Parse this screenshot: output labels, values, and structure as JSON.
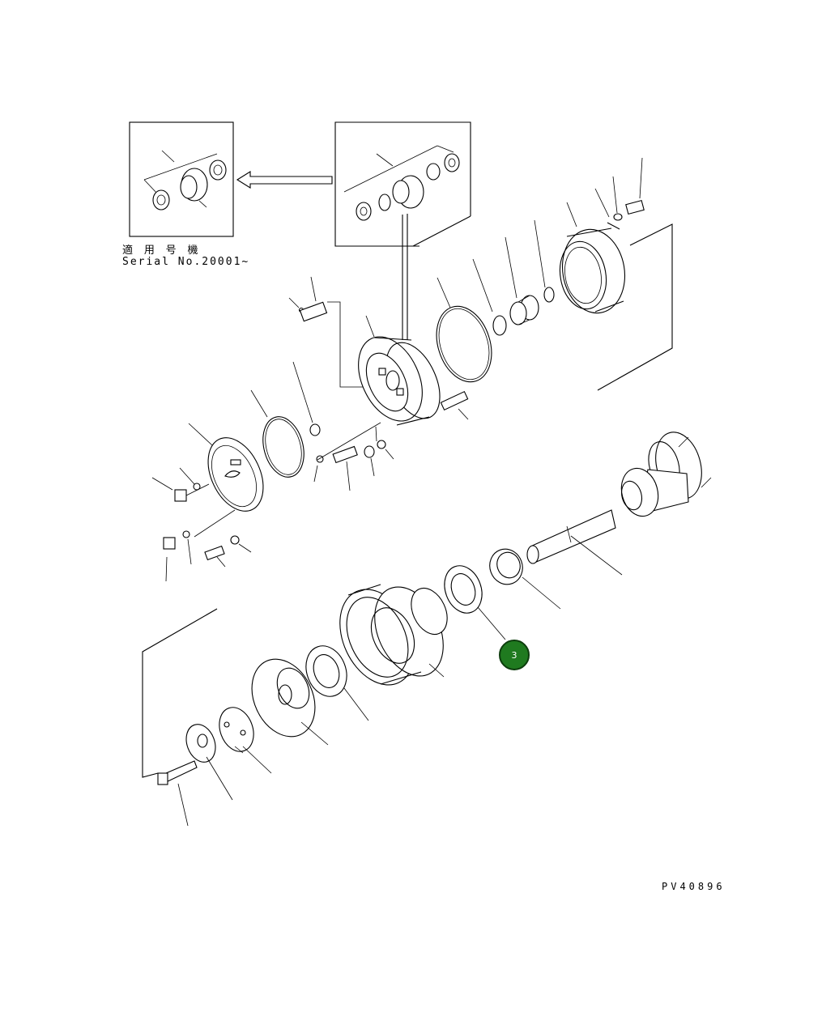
{
  "applicability": {
    "japanese_label": "適 用 号 機",
    "serial_label": "Serial No.20001~"
  },
  "callout": {
    "number": "3",
    "color": "#1f7a1f"
  },
  "drawing_code": "PV40896"
}
